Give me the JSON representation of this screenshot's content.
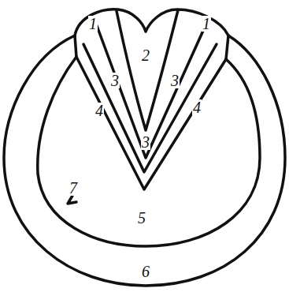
{
  "diagram": {
    "labels": [
      "1",
      "2",
      "1",
      "3",
      "3",
      "4",
      "3",
      "4",
      "7",
      "5",
      "6"
    ]
  }
}
